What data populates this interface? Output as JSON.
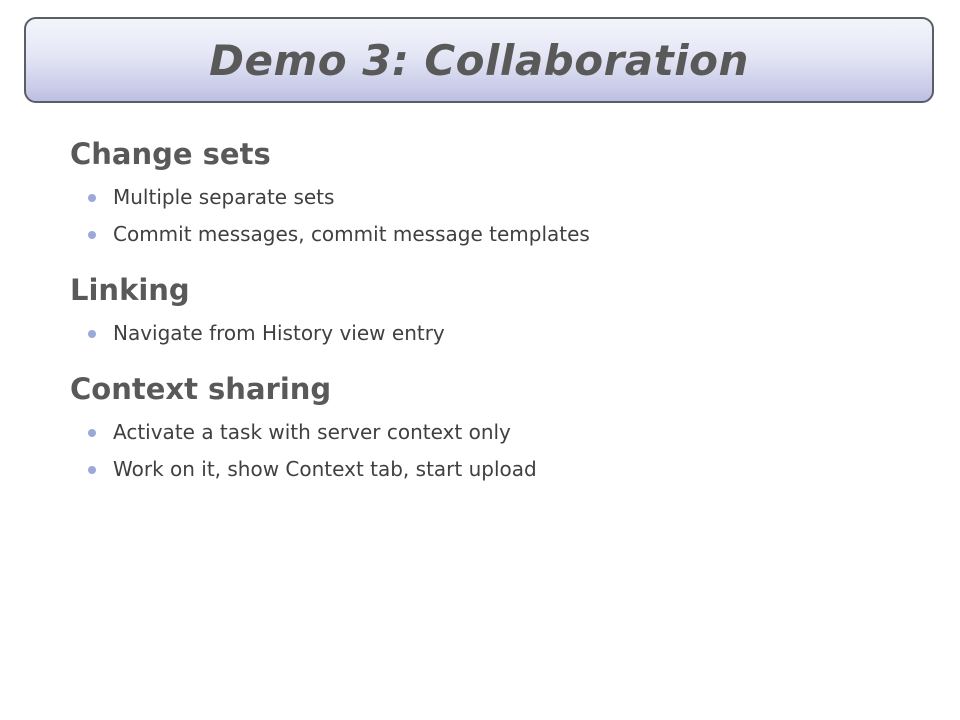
{
  "slide": {
    "title": "Demo 3: Collaboration",
    "sections": [
      {
        "heading": "Change sets",
        "bullets": [
          "Multiple separate sets",
          "Commit messages, commit message templates"
        ]
      },
      {
        "heading": "Linking",
        "bullets": [
          "Navigate from History view entry"
        ]
      },
      {
        "heading": "Context sharing",
        "bullets": [
          "Activate a task with server context only",
          "Work on it, show Context tab, start upload"
        ]
      }
    ]
  },
  "colors": {
    "title_text": "#595959",
    "title_border": "#5a5e66",
    "title_gradient_top": "#f4f5fb",
    "title_gradient_bottom": "#bcbfe2",
    "heading_text": "#595959",
    "bullet_text": "#404040",
    "bullet_dot": "#9aa9d6"
  }
}
